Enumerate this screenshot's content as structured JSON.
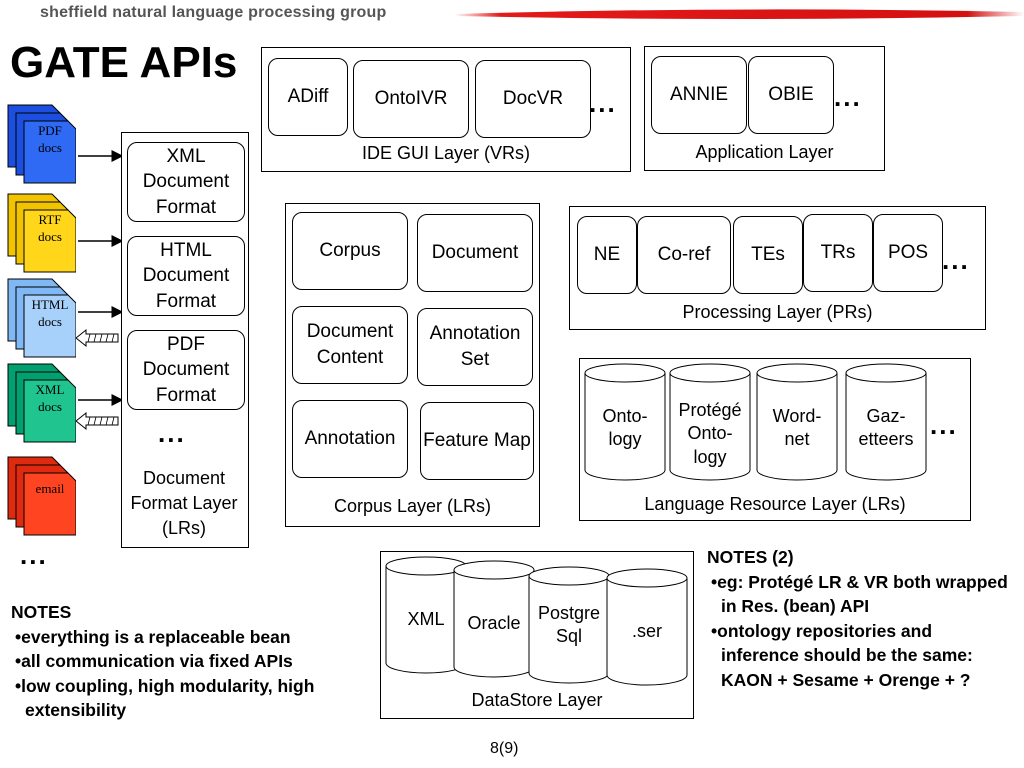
{
  "header": {
    "org": "sheffield natural language processing group"
  },
  "title": "GATE APIs",
  "documents": [
    {
      "label": "PDF\ndocs",
      "color": "#1c4fe0",
      "light": "#2f6af5"
    },
    {
      "label": "RTF\ndocs",
      "color": "#f2c400",
      "light": "#ffd61a"
    },
    {
      "label": "HTML\ndocs",
      "color": "#7fb8f5",
      "light": "#a7d1fb"
    },
    {
      "label": "XML\ndocs",
      "color": "#00a070",
      "light": "#20c48e"
    },
    {
      "label": "email",
      "color": "#e02a10",
      "light": "#ff4422"
    }
  ],
  "doc_ellipsis": "...",
  "format_layer": {
    "items": [
      "XML Document Format",
      "HTML Document Format",
      "PDF Document Format"
    ],
    "ellipsis": "...",
    "label": "Document Format Layer (LRs)"
  },
  "ide_layer": {
    "items": [
      "ADiff",
      "OntoIVR",
      "DocVR"
    ],
    "ellipsis": "...",
    "label": "IDE GUI Layer (VRs)"
  },
  "app_layer": {
    "items": [
      "ANNIE",
      "OBIE"
    ],
    "ellipsis": "...",
    "label": "Application Layer"
  },
  "corpus_layer": {
    "items": [
      "Corpus",
      "Document",
      "Document Content",
      "Annotation Set",
      "Annotation",
      "Feature Map"
    ],
    "label": "Corpus Layer (LRs)"
  },
  "processing_layer": {
    "items": [
      "NE",
      "Co-ref",
      "TEs",
      "TRs",
      "POS"
    ],
    "ellipsis": "...",
    "label": "Processing Layer (PRs)"
  },
  "lr_layer": {
    "items": [
      "Onto-\nlogy",
      "Protégé\nOnto-\nlogy",
      "Word-\nnet",
      "Gaz-\netteers"
    ],
    "ellipsis": "...",
    "label": "Language Resource Layer (LRs)"
  },
  "datastore_layer": {
    "items": [
      "XML",
      "Oracle",
      "Postgre\nSql",
      ".ser"
    ],
    "label": "DataStore Layer"
  },
  "notes1": {
    "heading": "NOTES",
    "items": [
      "everything is a replaceable bean",
      "all communication via fixed APIs",
      "low coupling, high modularity, high extensibility"
    ]
  },
  "notes2": {
    "heading": "NOTES (2)",
    "items": [
      "eg: Protégé LR & VR both wrapped in Res. (bean) API",
      "ontology repositories and inference should be the same: KAON + Sesame + Orenge + ?"
    ]
  },
  "page_number": "8(9)",
  "colors": {
    "banner_red": "#e31a1a",
    "banner_grey": "#555555"
  }
}
